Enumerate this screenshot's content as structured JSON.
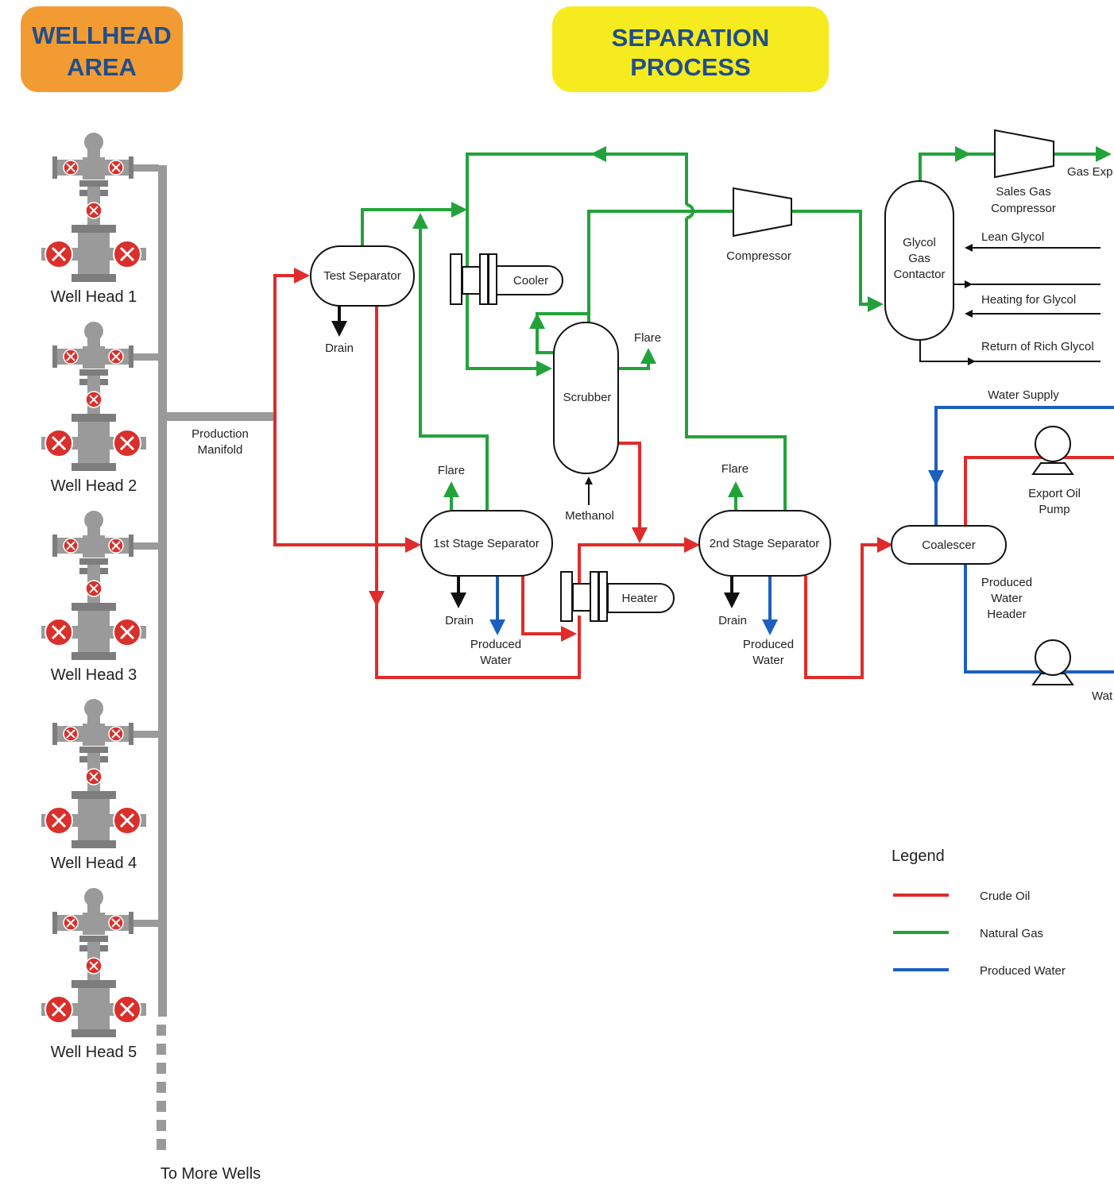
{
  "banners": {
    "wellhead": [
      "WELLHEAD",
      "AREA"
    ],
    "separation": [
      "SEPARATION",
      "PROCESS"
    ]
  },
  "wellheads": [
    "Well Head 1",
    "Well Head 2",
    "Well Head 3",
    "Well Head 4",
    "Well Head 5"
  ],
  "labels": {
    "production_manifold": [
      "Production",
      "Manifold"
    ],
    "to_more_wells": "To More Wells",
    "test_separator": "Test Separator",
    "cooler": "Cooler",
    "heater": "Heater",
    "scrubber": "Scrubber",
    "first_stage_sep": "1st Stage Separator",
    "second_stage_sep": "2nd Stage Separator",
    "compressor": "Compressor",
    "sales_gas_compressor": [
      "Sales Gas",
      "Compressor"
    ],
    "gas_export": "Gas Exp",
    "glycol_contactor": [
      "Glycol",
      "Gas",
      "Contactor"
    ],
    "lean_glycol": "Lean Glycol",
    "heating_for_glycol": "Heating for Glycol",
    "return_rich_glycol": "Return of Rich Glycol",
    "water_supply": "Water Supply",
    "export_oil_pump": [
      "Export Oil",
      "Pump"
    ],
    "coalescer": "Coalescer",
    "produced_water_header": [
      "Produced",
      "Water",
      "Header"
    ],
    "water_pump_cut": "Wat",
    "methanol": "Methanol",
    "flare": "Flare",
    "drain": "Drain",
    "produced_water": [
      "Produced",
      "Water"
    ]
  },
  "legend": {
    "title": "Legend",
    "items": [
      {
        "label": "Crude Oil",
        "color": "#e02b2b"
      },
      {
        "label": "Natural Gas",
        "color": "#22a33a"
      },
      {
        "label": "Produced Water",
        "color": "#1d5fbf"
      }
    ]
  },
  "colors": {
    "crude_oil": "#e02b2b",
    "natural_gas": "#22a33a",
    "produced_water": "#1d5fbf",
    "wellhead_banner": "#f29b33",
    "separation_banner": "#f6eb1e",
    "banner_text": "#1f4e8c",
    "manifold": "#9a9a9a",
    "valve": "#d9302b"
  }
}
